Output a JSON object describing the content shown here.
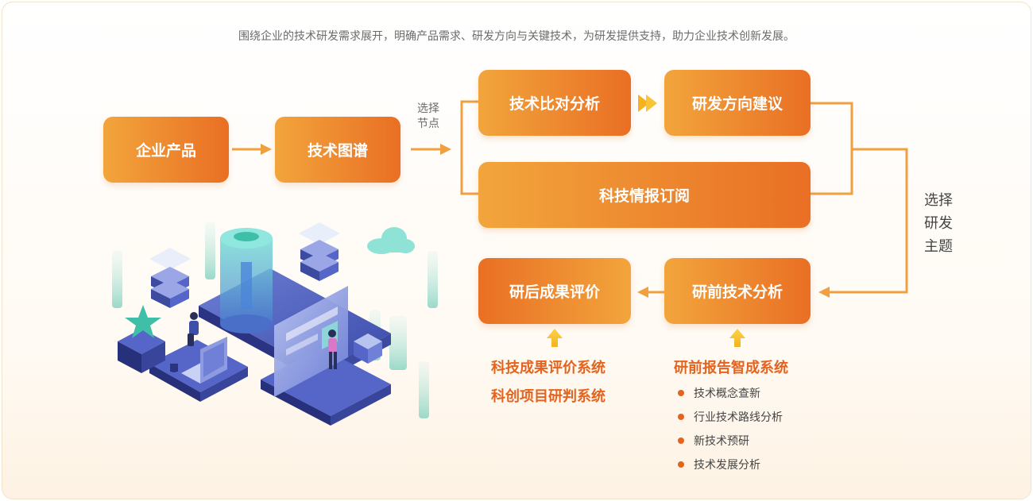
{
  "intro": "围绕企业的技术研发需求展开，明确产品需求、研发方向与关键技术，为研发提供支持，助力企业技术创新发展。",
  "nodes": {
    "enterprise_product": "企业产品",
    "tech_map": "技术图谱",
    "tech_compare": "技术比对分析",
    "rd_direction": "研发方向建议",
    "tech_intel": "科技情报订阅",
    "post_eval": "研后成果评价",
    "pre_analysis": "研前技术分析"
  },
  "labels": {
    "select_node": [
      "选择",
      "节点"
    ],
    "select_topic": [
      "选择",
      "研发",
      "主题"
    ]
  },
  "systems": {
    "eval_system": "科技成果评价系统",
    "judge_system": "科创项目研判系统",
    "pre_report_system": "研前报告智成系统"
  },
  "features": [
    "技术概念查新",
    "行业技术路线分析",
    "新技术预研",
    "技术发展分析"
  ],
  "colors": {
    "accent": "#e96f24",
    "accent_light": "#f2a53c",
    "connector": "#f0a040",
    "system_text": "#e4641f",
    "arrow_up": "#f5b21a"
  }
}
